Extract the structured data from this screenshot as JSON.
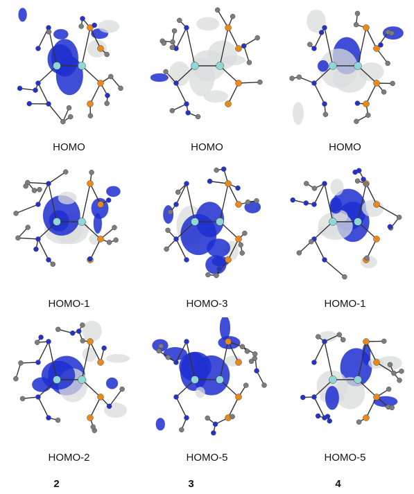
{
  "grid": {
    "rows": [
      [
        "HOMO",
        "HOMO",
        "HOMO"
      ],
      [
        "HOMO-1",
        "HOMO-3",
        "HOMO-1"
      ],
      [
        "HOMO-2",
        "HOMO-5",
        "HOMO-5"
      ]
    ]
  },
  "compounds": [
    "2",
    "3",
    "4"
  ],
  "colors": {
    "lobe_positive": "#1f2fd0",
    "lobe_negative": "#d9dcdc",
    "carbon": "#7d7d7d",
    "nitrogen": "#2233cc",
    "phosphorus": "#e8891a",
    "metal": "#8fd7d7",
    "bond": "#333333"
  }
}
